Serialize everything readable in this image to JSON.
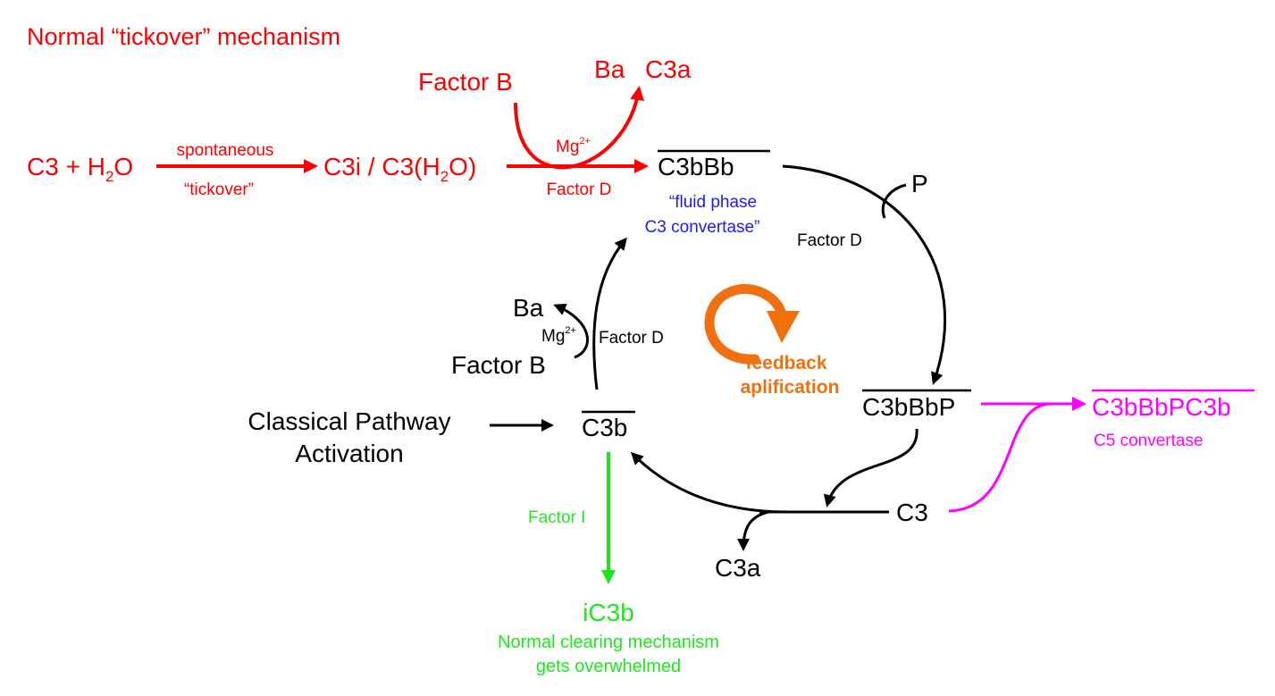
{
  "title": "Normal “tickover” mechanism",
  "tickover": {
    "c3": "C3 + H",
    "h2o_sub": "2",
    "h2o_rest": "O",
    "spontaneous": "spontaneous",
    "tickover_label": "“tickover”",
    "c3i_a": "C3i / C3(H",
    "c3i_sub": "2",
    "c3i_b": "O)",
    "factor_b": "Factor B",
    "ba": "Ba",
    "c3a": "C3a",
    "mg": "Mg",
    "mg_sup": "2+",
    "factor_d": "Factor D"
  },
  "cycle": {
    "c3bbb": "C3bBb",
    "fluid_1": "“fluid phase",
    "fluid_2": "C3 convertase”",
    "p": "P",
    "factor_d_right": "Factor D",
    "c3bbbp": "C3bBbP",
    "c3": "C3",
    "c3a": "C3a",
    "c3b": "C3b",
    "ba": "Ba",
    "mg": "Mg",
    "mg_sup": "2+",
    "factor_b": "Factor B",
    "factor_d_left": "Factor D",
    "feedback_1": "feedback",
    "feedback_2": "aplification"
  },
  "classical": {
    "line1": "Classical Pathway",
    "line2": "Activation"
  },
  "c5": {
    "label": "C3bBbPC3b",
    "sub": "C5 convertase"
  },
  "clearing": {
    "factor_i": "Factor I",
    "ic3b": "iC3b",
    "line1": "Normal clearing mechanism",
    "line2": "gets overwhelmed"
  },
  "colors": {
    "red": "#ff0000",
    "black": "#000000",
    "blue": "#1a1aff",
    "green": "#1ee61e",
    "magenta": "#ff00ff",
    "orange": "#f07010"
  }
}
